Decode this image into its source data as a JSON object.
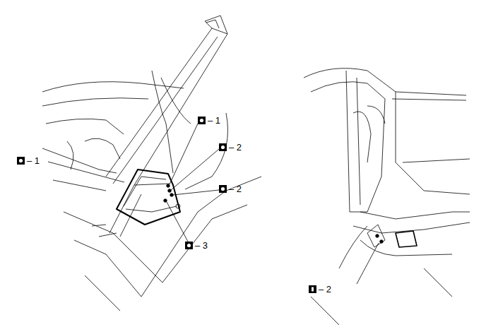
{
  "diagram": {
    "labels": [
      "– 1",
      "– 2",
      "– 1",
      "– 2",
      "– 3",
      "– 2"
    ]
  }
}
